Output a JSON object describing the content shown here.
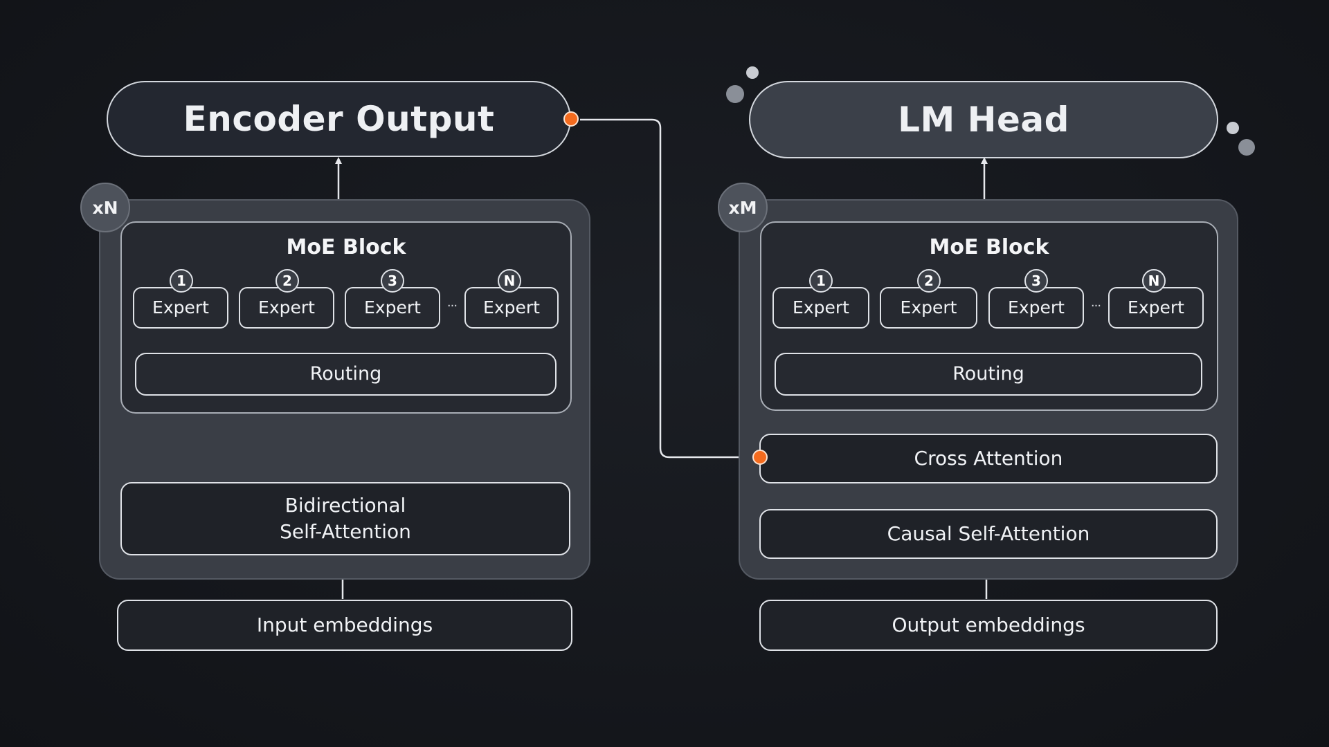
{
  "encoder": {
    "output_label": "Encoder Output",
    "repeat_badge": "xN",
    "moe_title": "MoE Block",
    "experts": [
      {
        "num": "1",
        "label": "Expert"
      },
      {
        "num": "2",
        "label": "Expert"
      },
      {
        "num": "3",
        "label": "Expert"
      },
      {
        "num": "N",
        "label": "Expert"
      }
    ],
    "ellipsis": "···",
    "routing_label": "Routing",
    "attention_label": "Bidirectional\nSelf-Attention",
    "embeddings_label": "Input embeddings"
  },
  "decoder": {
    "head_label": "LM Head",
    "repeat_badge": "xM",
    "moe_title": "MoE Block",
    "experts": [
      {
        "num": "1",
        "label": "Expert"
      },
      {
        "num": "2",
        "label": "Expert"
      },
      {
        "num": "3",
        "label": "Expert"
      },
      {
        "num": "N",
        "label": "Expert"
      }
    ],
    "ellipsis": "···",
    "routing_label": "Routing",
    "cross_attention_label": "Cross Attention",
    "causal_attention_label": "Causal Self-Attention",
    "embeddings_label": "Output embeddings"
  },
  "colors": {
    "connector_port": "#f46b1e",
    "wire": "#e6e8ec",
    "background": "#15171c"
  }
}
